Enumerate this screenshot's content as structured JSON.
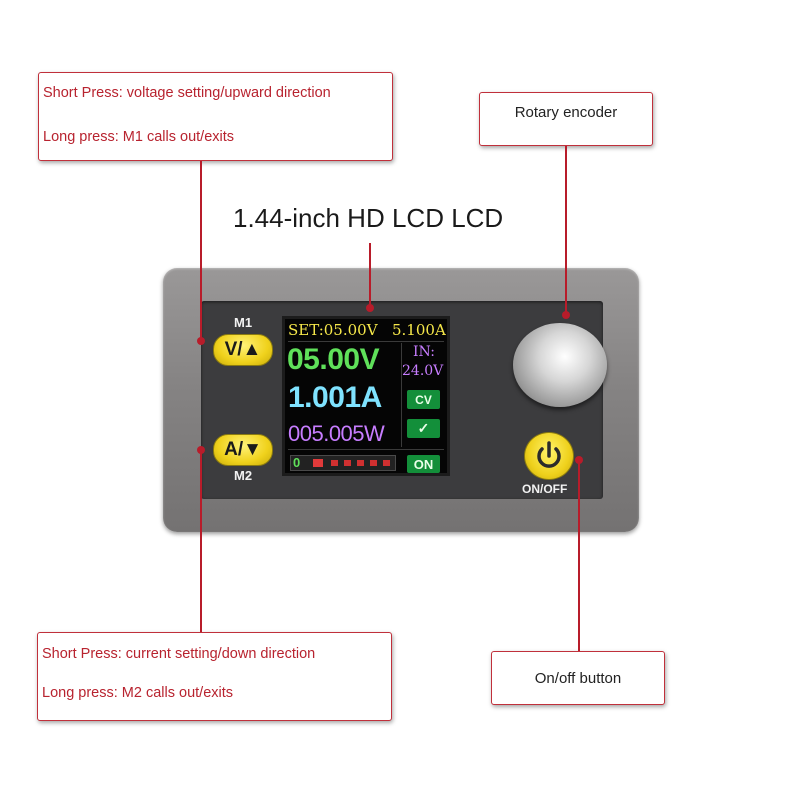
{
  "title": "1.44-inch HD LCD LCD",
  "callouts": {
    "m1": {
      "short": "Short Press: voltage setting/upward direction",
      "long": "Long press: M1 calls out/exits"
    },
    "m2": {
      "short": "Short Press: current setting/down direction",
      "long": "Long press: M2 calls out/exits"
    },
    "encoder": "Rotary encoder",
    "onoff": "On/off button"
  },
  "device": {
    "m1_label": "M1",
    "m1_button": "V/▲",
    "m2_label": "M2",
    "m2_button": "A/▼",
    "power_label": "ON/OFF"
  },
  "lcd": {
    "set_line": "SET:05.00V",
    "set_current": "5.100A",
    "voltage": "05.00V",
    "current": "1.001A",
    "power": "005.005W",
    "in_label": "IN:",
    "in_value": "24.0V",
    "mode_badge": "CV",
    "check_badge": "✓",
    "status_badge": "ON",
    "memory_index": "0"
  },
  "colors": {
    "callout_border": "#c0303b",
    "callout_text": "#b8232f",
    "leader": "#b81c2a",
    "button_yellow": "#f0d21c",
    "lcd_yellow": "#f6e84a",
    "lcd_green": "#5fe05a",
    "lcd_cyan": "#7fe3ff",
    "lcd_purple": "#c77dff",
    "lcd_badge_green": "#138f3a"
  }
}
